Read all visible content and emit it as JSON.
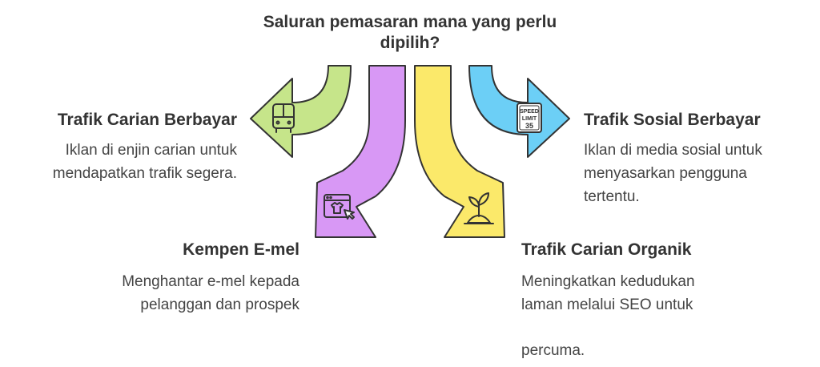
{
  "question": {
    "line1": "Saluran pemasaran mana yang perlu",
    "line2": "dipilih?"
  },
  "channels": [
    {
      "title": "Trafik Carian Berbayar",
      "desc_line1": "Iklan di enjin carian untuk",
      "desc_line2": "mendapatkan trafik segera.",
      "icon": "bus-icon",
      "color": "#c6e58a"
    },
    {
      "title": "Kempen E-mel",
      "desc_line1": "Menghantar e-mel kepada",
      "desc_line2": "pelanggan dan prospek",
      "icon": "web-shirt-cursor-icon",
      "color": "#d898f5"
    },
    {
      "title": "Trafik Carian Organik",
      "desc_line1": "Meningkatkan kedudukan",
      "desc_line2": "laman melalui SEO untuk",
      "desc_line3": "percuma.",
      "icon": "sprout-icon",
      "color": "#fbe96a"
    },
    {
      "title": "Trafik Sosial Berbayar",
      "desc_line1": "Iklan di media sosial untuk",
      "desc_line2": "menyasarkan pengguna",
      "desc_line3": "tertentu.",
      "icon": "speed-limit-sign-icon",
      "icon_text_1": "SPEED",
      "icon_text_2": "LIMIT",
      "icon_text_3": "35",
      "color": "#6ccff6"
    }
  ]
}
